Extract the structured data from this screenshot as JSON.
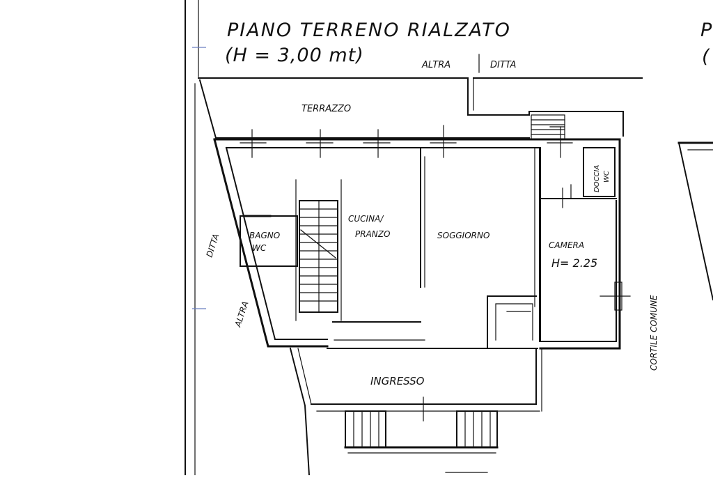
{
  "plan": {
    "title_line1": "PIANO TERRENO RIALZATO",
    "title_line2": "(H = 3,00 mt)",
    "neighbor_top_left": "ALTRA",
    "neighbor_top_right": "DITTA",
    "left_wall_upper": "DITTA",
    "left_wall_lower": "ALTRA",
    "right_side": "CORTILE COMUNE",
    "rooms": {
      "terrace": "TERRAZZO",
      "bath_line1": "BAGNO",
      "bath_line2": "WC",
      "kitchen_line1": "CUCINA/",
      "kitchen_line2": "PRANZO",
      "living": "SOGGIORNO",
      "bedroom_line1": "CAMERA",
      "bedroom_line2": "H= 2.25",
      "shower_line1": "DOCCIA",
      "shower_line2": "WC",
      "entrance": "INGRESSO"
    },
    "second_plan_title_fragment": "P",
    "second_plan_subtitle_fragment": "("
  }
}
